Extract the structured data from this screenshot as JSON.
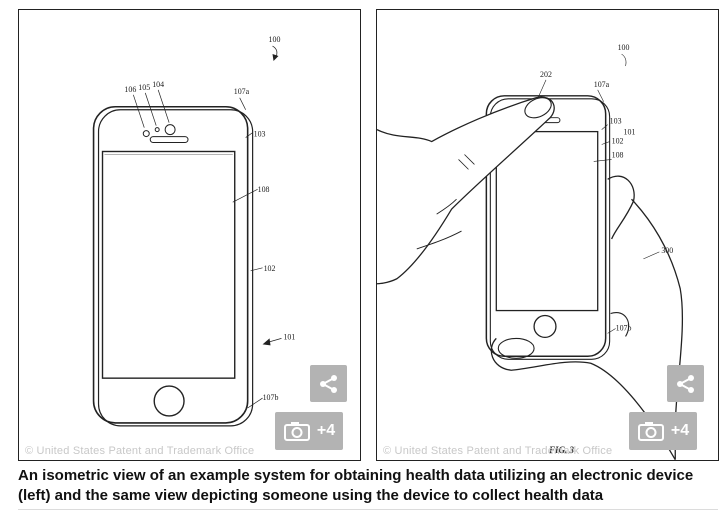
{
  "left_panel": {
    "watermark": "© United States Patent and Trademark Office",
    "gallery_count": "+4",
    "ref_labels": {
      "r100": "100",
      "r106": "106",
      "r105": "105",
      "r104": "104",
      "r107a": "107a",
      "r103": "103",
      "r108": "108",
      "r102": "102",
      "r101": "101",
      "r107b": "107b"
    }
  },
  "right_panel": {
    "watermark": "© United States Patent and Trademark Office",
    "fig_label": "FIG. 3",
    "gallery_count": "+4",
    "ref_labels": {
      "r100": "100",
      "r202": "202",
      "r107a": "107a",
      "r103": "103",
      "r101": "101",
      "r102": "102",
      "r108": "108",
      "r300": "300",
      "r107b": "107b"
    }
  },
  "caption": "An isometric view of an example system for obtaining health data utilizing an electronic device (left) and the same view depicting someone using the device to collect health data",
  "colors": {
    "button_bg": "#b3b3b3",
    "watermark": "#c8c8c8",
    "caption": "#111111"
  },
  "icons": {
    "share": "share-icon",
    "gallery": "camera-icon"
  }
}
